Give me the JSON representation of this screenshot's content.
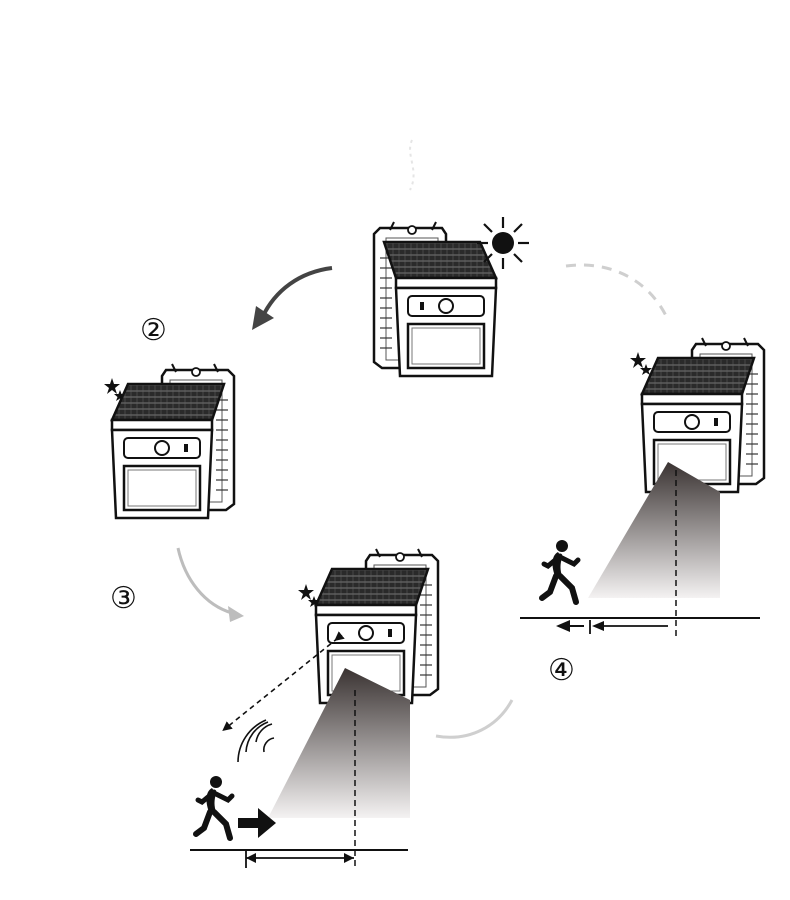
{
  "steps": [
    {
      "id": "step-2",
      "label": "②",
      "icon": "moon-stars-icon"
    },
    {
      "id": "step-3",
      "label": "③",
      "icon": "moon-stars-icon"
    },
    {
      "id": "step-4",
      "label": "④",
      "icon": "moon-stars-icon"
    }
  ],
  "icons": {
    "day": "sun-icon",
    "night": "moon-stars-icon",
    "device": "solar-wall-light-icon",
    "person": "running-person-icon",
    "sensor": "motion-wave-icon"
  },
  "colors": {
    "line": "#111111",
    "panel": "#333333",
    "beam_top": "#3a3332",
    "beam_bottom": "#f4f2f2",
    "arrow_faint": "#bdbdbd"
  }
}
